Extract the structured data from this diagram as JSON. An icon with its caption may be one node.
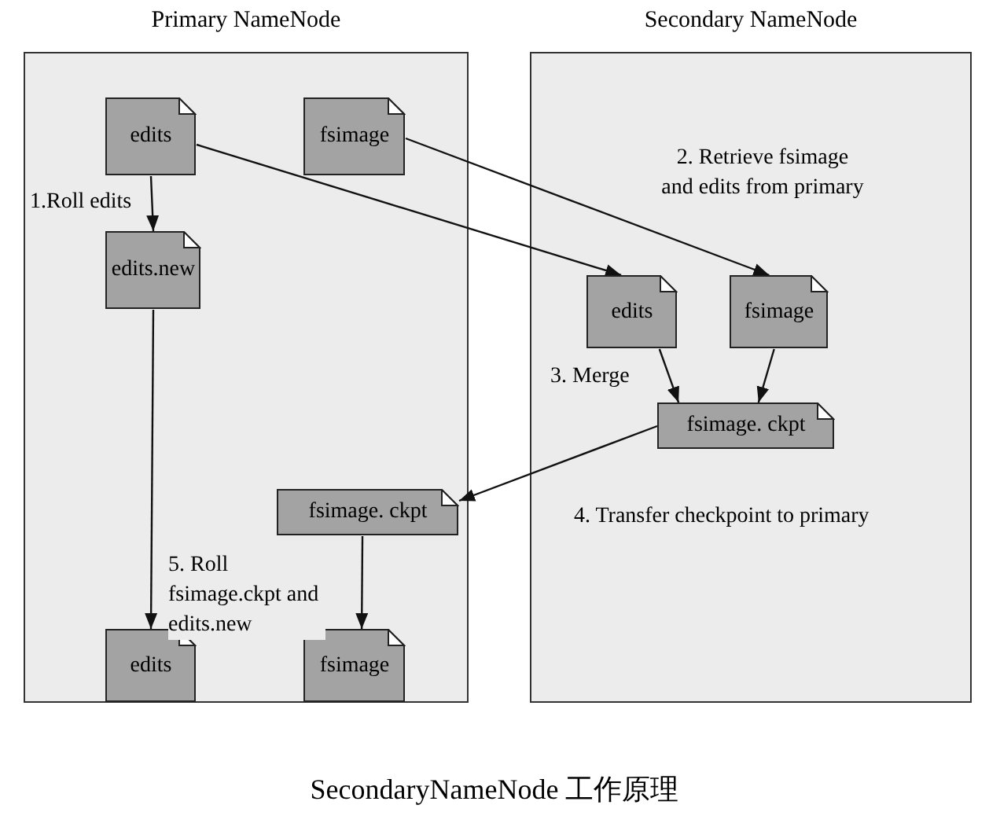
{
  "diagram": {
    "caption": "SecondaryNameNode 工作原理",
    "nodes": [
      {
        "text": [
          "Primary NameNode"
        ]
      },
      {
        "text": [
          "Secondary NameNode"
        ]
      },
      {
        "text": [
          "edits"
        ],
        "in": 0
      },
      {
        "text": [
          "fsimage"
        ],
        "in": 0
      },
      {
        "text": [
          "edits.new"
        ],
        "in": 0
      },
      {
        "text": [
          "edits"
        ],
        "in": 1
      },
      {
        "text": [
          "fsimage"
        ],
        "in": 1
      },
      {
        "text": [
          "fsimage. ckpt"
        ],
        "in": 1
      },
      {
        "text": [
          "fsimage. ckpt"
        ],
        "in": 0
      },
      {
        "text": [
          "edits"
        ],
        "in": 0
      },
      {
        "text": [
          "fsimage"
        ],
        "in": 0
      }
    ],
    "edges": [
      {
        "from": 2,
        "to": 4,
        "arrow": "to",
        "label": "1.Roll edits"
      },
      {
        "from": 2,
        "to": 5,
        "arrow": "to"
      },
      {
        "from": 3,
        "to": 6,
        "arrow": "to"
      },
      {
        "from": 5,
        "to": 7,
        "arrow": "to"
      },
      {
        "from": 6,
        "to": 7,
        "arrow": "to"
      },
      {
        "from": 7,
        "to": 8,
        "arrow": "to"
      },
      {
        "from": 8,
        "to": 10,
        "arrow": "to"
      },
      {
        "from": 4,
        "to": 9,
        "arrow": "to"
      }
    ],
    "labels": [
      "2. Retrieve fsimage and edits from primary",
      "3. Merge",
      "4. Transfer checkpoint to primary",
      "5. Roll fsimage.ckpt and edits.new"
    ]
  }
}
